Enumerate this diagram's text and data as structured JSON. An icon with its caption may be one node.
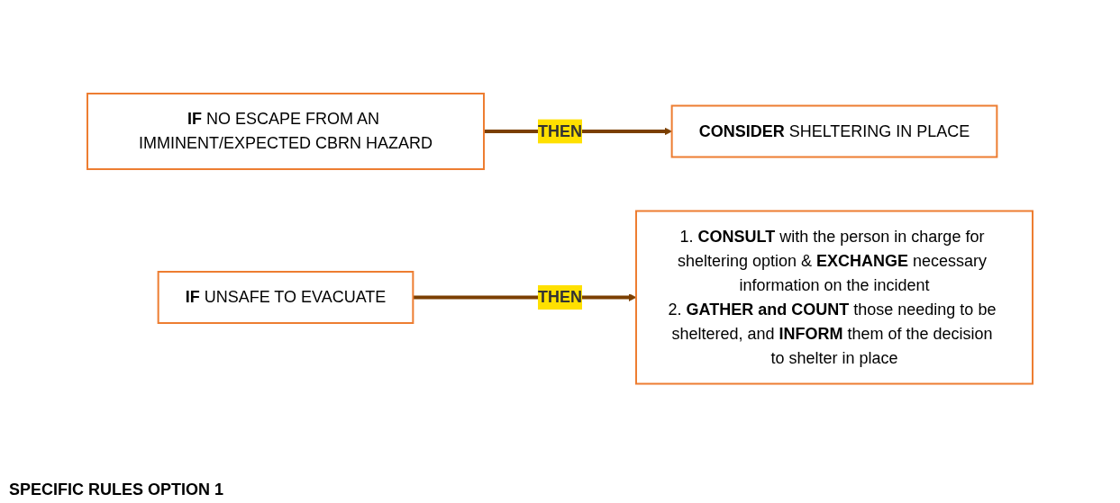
{
  "diagram": {
    "nodes": [
      {
        "text": [
          "**IF** NO ESCAPE FROM AN IMMINENT/EXPECTED CBRN HAZARD"
        ]
      },
      {
        "text": [
          "**CONSIDER** SHELTERING IN PLACE"
        ]
      },
      {
        "text": [
          "**IF** UNSAFE TO EVACUATE"
        ]
      },
      {
        "text": [
          "1. **CONSULT** with the person in charge for sheltering option & **EXCHANGE** necessary information on the incident",
          "2. **GATHER and COUNT** those needing to be sheltered, and **INFORM** them of the decision to shelter in place"
        ]
      }
    ],
    "edges": [
      {
        "from": 0,
        "to": 1,
        "arrow": "to",
        "label": "THEN"
      },
      {
        "from": 2,
        "to": 3,
        "arrow": "to",
        "label": "THEN"
      }
    ],
    "labels": [
      "SPECIFIC RULES OPTION 1"
    ]
  }
}
